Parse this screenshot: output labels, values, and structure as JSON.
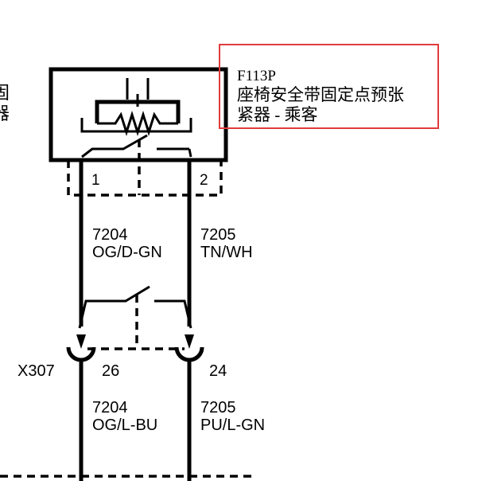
{
  "component": {
    "id": "F113P",
    "name_line1": "座椅安全带固定点预张",
    "name_line2": "紧器 - 乘客",
    "partial_left_line1": "固",
    "partial_left_line2": "器",
    "highlight_color": "#e03c3c"
  },
  "pins": {
    "left": "1",
    "right": "2"
  },
  "wires_upper": {
    "left": {
      "circuit": "7204",
      "color": "OG/D-GN"
    },
    "right": {
      "circuit": "7205",
      "color": "TN/WH"
    }
  },
  "connector": {
    "id": "X307",
    "pin_left": "26",
    "pin_right": "24"
  },
  "wires_lower": {
    "left": {
      "circuit": "7204",
      "color": "OG/L-BU"
    },
    "right": {
      "circuit": "7205",
      "color": "PU/L-GN"
    }
  }
}
